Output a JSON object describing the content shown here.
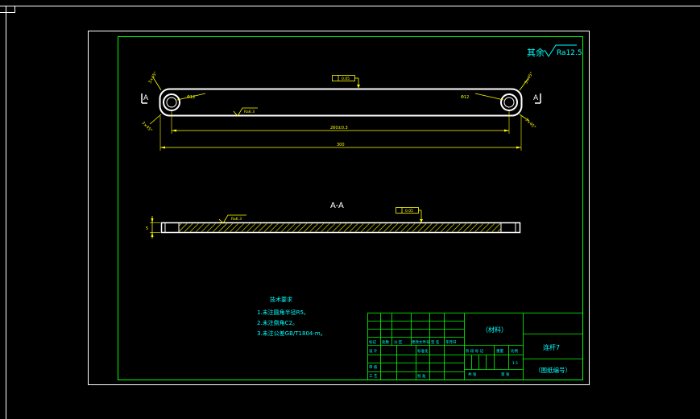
{
  "colors": {
    "background": "#000000",
    "frame": "#ffffff",
    "border": "#00ff00",
    "dimension": "#ffff00",
    "text_cyan": "#00ffff",
    "hatch": "#ffff00"
  },
  "surface_finish": {
    "label": "其余",
    "value": "Ra12.5"
  },
  "section_marker_left": "A",
  "section_marker_right": "A",
  "top_view": {
    "dim_overall": "300",
    "dim_center": "260±0.3",
    "hole_left_dia": "Φ12",
    "hole_right_dia": "Φ12",
    "tolerance_frame": "0.05",
    "roughness": "Ra6.3",
    "chamfer_tl": "3×45°",
    "chamfer_bl": "3×45°",
    "chamfer_tr": "3×45°",
    "chamfer_br": "3×45°"
  },
  "section_view": {
    "title": "A-A",
    "roughness": "Ra6.3",
    "tolerance_frame": "0.05",
    "thickness": "5"
  },
  "tech_requirements": {
    "title": "技术要求",
    "items": [
      "1.未注圆角半径R5。",
      "2.未注倒角C2。",
      "3.未注公差GB/T1804-m。"
    ]
  },
  "title_block": {
    "material": "（材料）",
    "part_name": "连杆7",
    "drawing_no": "（图纸编号）",
    "headers_row1": [
      "标记",
      "处数",
      "分 区",
      "更改文件号",
      "签 名",
      "年月日"
    ],
    "row_design": [
      "设 计",
      "",
      "标准化"
    ],
    "row_check": [
      "审 核"
    ],
    "row_process": [
      "工 艺",
      "",
      "批 准"
    ],
    "stage_labels": [
      "阶 段 标 记",
      "重量",
      "比例"
    ],
    "scale": "1:1",
    "sheet_labels": [
      "共  张",
      "第  张"
    ]
  }
}
